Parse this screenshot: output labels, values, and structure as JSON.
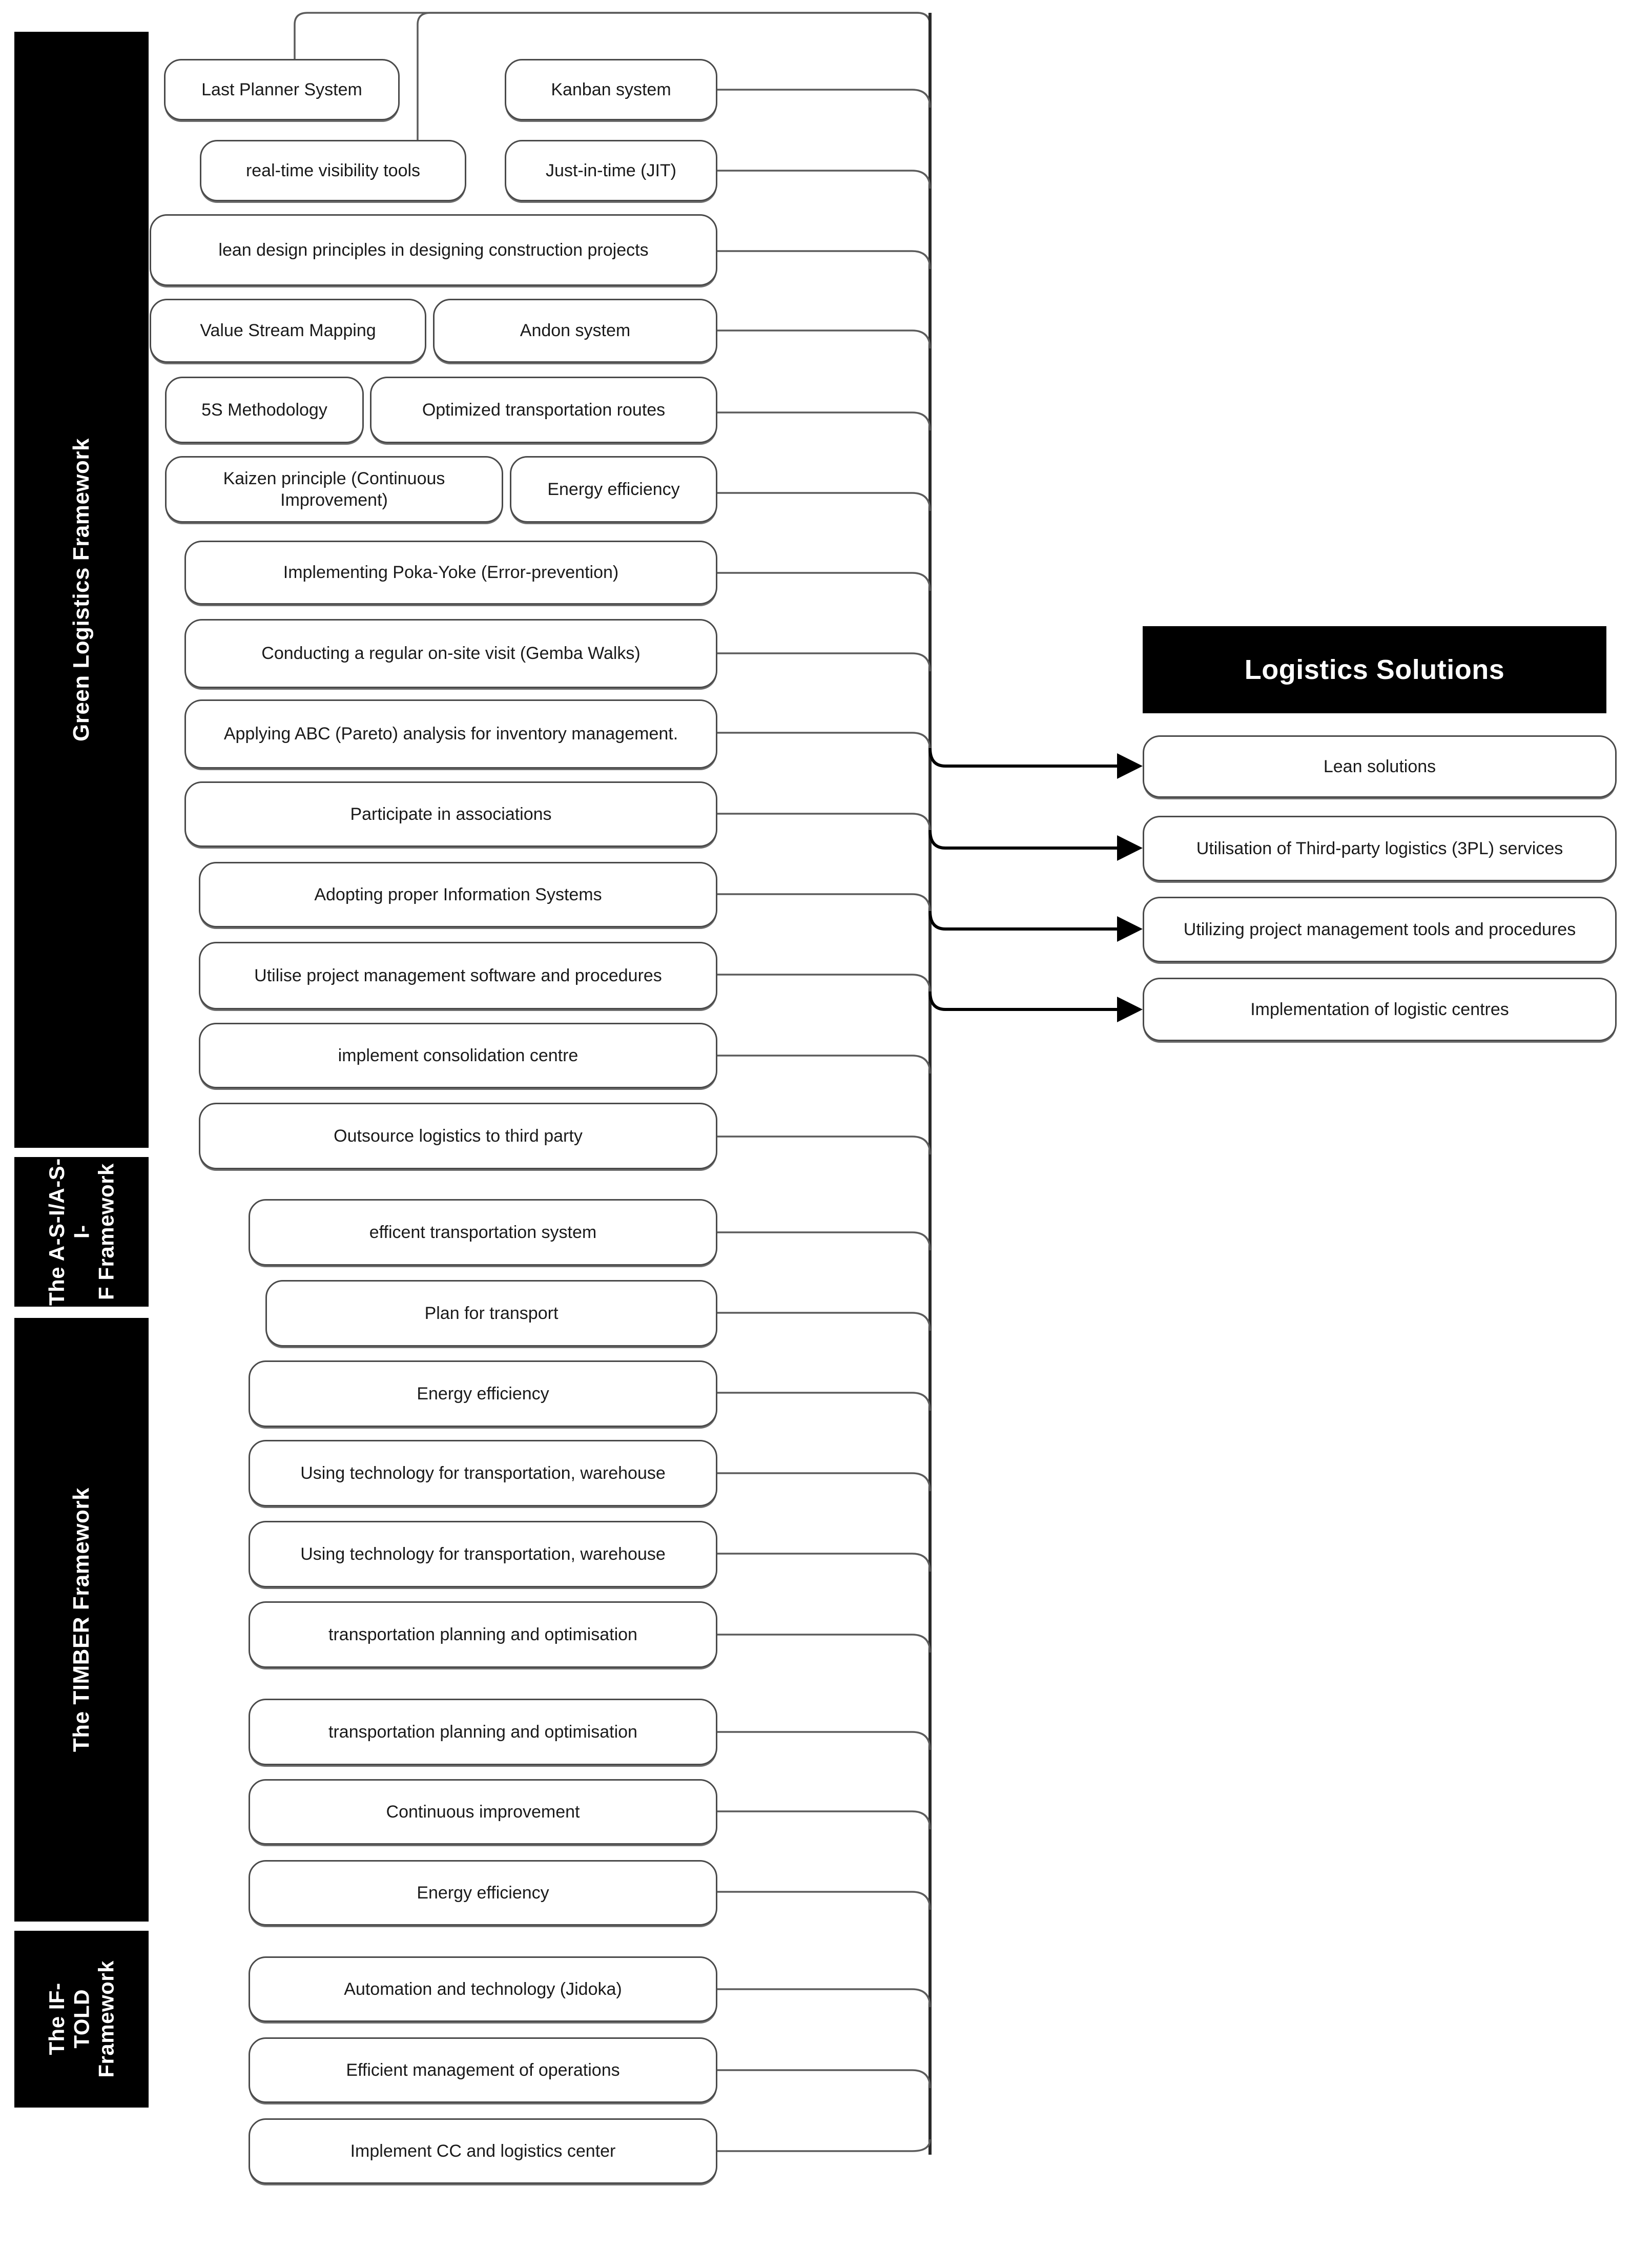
{
  "diagram": {
    "title": "Logistics frameworks mapped to logistics solutions",
    "colors": {
      "bar_background": "#000000",
      "bar_text": "#ffffff",
      "node_border": "#4a4a4a",
      "node_background": "#ffffff",
      "node_text": "#1a1a1a",
      "connector": "#5b5b5b",
      "arrow": "#000000"
    }
  },
  "frameworks": [
    {
      "id": "green-logistics",
      "label": "Green Logistics Framework"
    },
    {
      "id": "a-s-i",
      "label": "The A-S-I/A-S-I-\nF Framework"
    },
    {
      "id": "timber",
      "label": "The TIMBER Framework"
    },
    {
      "id": "if-told",
      "label": "The IF-\nTOLD\nFramework"
    }
  ],
  "practices": [
    {
      "id": "last-planner-system",
      "label": "Last Planner System"
    },
    {
      "id": "kanban-system",
      "label": "Kanban system"
    },
    {
      "id": "real-time-visibility-tools",
      "label": "real-time visibility tools"
    },
    {
      "id": "just-in-time",
      "label": "Just-in-time (JIT)"
    },
    {
      "id": "lean-design-principles",
      "label": "lean design principles in designing construction projects"
    },
    {
      "id": "value-stream-mapping",
      "label": "Value Stream Mapping"
    },
    {
      "id": "andon-system",
      "label": "Andon system"
    },
    {
      "id": "5s-methodology",
      "label": "5S Methodology"
    },
    {
      "id": "optimized-transportation-routes",
      "label": "Optimized transportation routes"
    },
    {
      "id": "kaizen-principle",
      "label": "Kaizen principle (Continuous Improvement)"
    },
    {
      "id": "energy-efficiency-green",
      "label": "Energy efficiency"
    },
    {
      "id": "poka-yoke",
      "label": "Implementing Poka-Yoke (Error-prevention)"
    },
    {
      "id": "gemba-walks",
      "label": "Conducting a regular on-site visit (Gemba Walks)"
    },
    {
      "id": "abc-pareto-analysis",
      "label": "Applying ABC (Pareto) analysis for inventory management."
    },
    {
      "id": "participate-in-associations",
      "label": "Participate in associations"
    },
    {
      "id": "adopting-information-systems",
      "label": "Adopting proper Information Systems"
    },
    {
      "id": "utilise-pm-software",
      "label": "Utilise project management software and procedures"
    },
    {
      "id": "implement-consolidation-centre",
      "label": "implement consolidation centre"
    },
    {
      "id": "outsource-logistics-third-party",
      "label": "Outsource logistics to third party"
    },
    {
      "id": "efficent-transportation-system",
      "label": "efficent transportation system"
    },
    {
      "id": "plan-for-transport",
      "label": "Plan for transport"
    },
    {
      "id": "energy-efficiency-asi",
      "label": "Energy efficiency"
    },
    {
      "id": "using-technology-1",
      "label": "Using technology for transportation, warehouse"
    },
    {
      "id": "using-technology-2",
      "label": "Using technology for transportation, warehouse"
    },
    {
      "id": "transport-planning-1",
      "label": "transportation planning and optimisation"
    },
    {
      "id": "transport-planning-2",
      "label": "transportation planning and optimisation"
    },
    {
      "id": "continuous-improvement",
      "label": "Continuous improvement"
    },
    {
      "id": "energy-efficiency-timber",
      "label": "Energy efficiency"
    },
    {
      "id": "automation-jidoka",
      "label": "Automation and technology (Jidoka)"
    },
    {
      "id": "efficient-management-operations",
      "label": "Efficient management of operations"
    },
    {
      "id": "implement-cc-logistics-center",
      "label": "Implement CC and logistics center"
    }
  ],
  "solutions_panel": {
    "header": "Logistics Solutions",
    "items": [
      {
        "id": "lean-solutions",
        "label": "Lean solutions"
      },
      {
        "id": "third-party-logistics",
        "label": "Utilisation of Third-party logistics (3PL) services"
      },
      {
        "id": "project-management-tools",
        "label": "Utilizing project management tools and procedures"
      },
      {
        "id": "logistic-centres",
        "label": "Implementation of logistic centres"
      }
    ]
  }
}
